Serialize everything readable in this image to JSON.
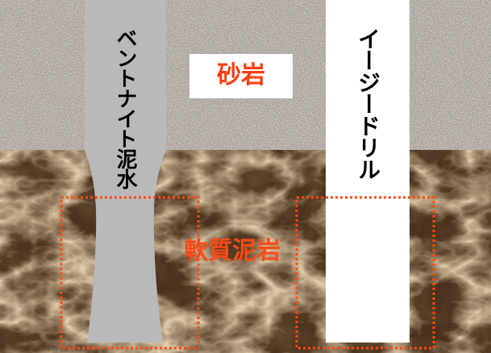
{
  "layers": {
    "upper": {
      "label": "砂岩",
      "color": "#a9a29a"
    },
    "lower": {
      "label": "軟質泥岩",
      "color": "#4a321d"
    }
  },
  "columns": {
    "left": {
      "label": "ベントナイト泥水",
      "color": "#b9b9b9"
    },
    "right": {
      "label": "イージードリル",
      "color": "#ffffff"
    }
  },
  "colors": {
    "dotted_box": "#ff4a14",
    "sandstone_label_text": "#ff3c0f",
    "mudstone_label_text": "#ff4a14"
  }
}
